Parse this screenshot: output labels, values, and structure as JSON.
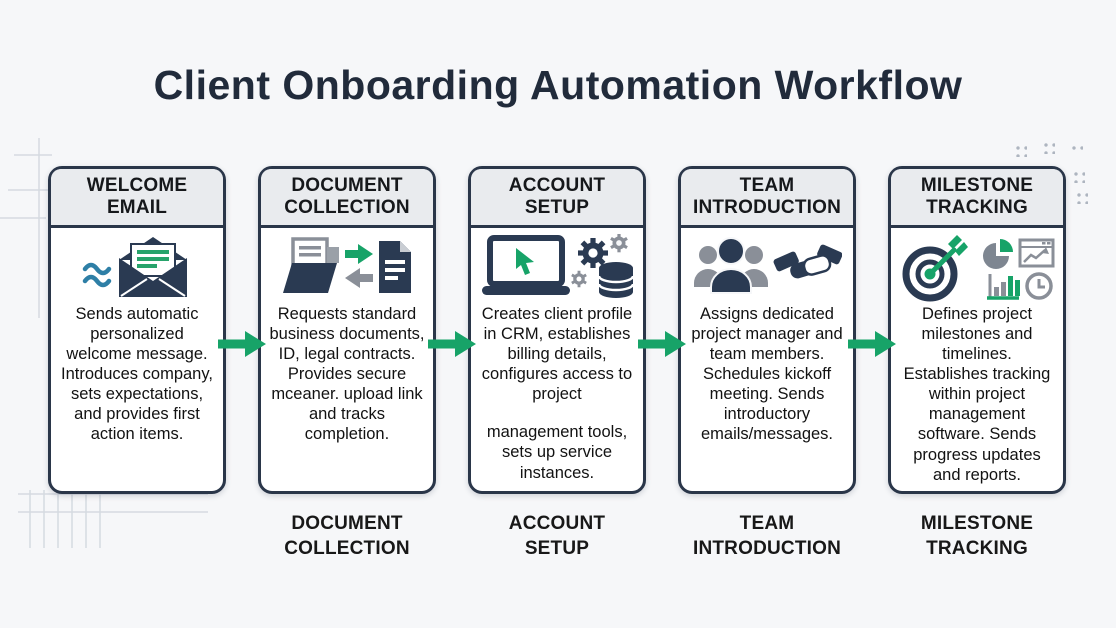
{
  "title": "Client Onboarding Automation Workflow",
  "colors": {
    "background": "#F6F7F9",
    "card_border": "#2A3649",
    "card_header_bg": "#E9EBEE",
    "card_body_bg": "#FFFFFF",
    "title_text": "#212B3B",
    "body_text": "#121212",
    "accent_green": "#17A368",
    "accent_teal": "#2E7FA6",
    "icon_navy": "#2A3A52",
    "icon_gray": "#8A8F98"
  },
  "arrow": {
    "icon": "flow-arrow-right-icon",
    "count": 4
  },
  "steps": [
    {
      "label": "WELCOME EMAIL",
      "icon": "welcome-email-icon",
      "paragraphs": [
        "Sends automatic personalized welcome message. Introduces company, sets expectations, and provides first action items."
      ],
      "footer_label": ""
    },
    {
      "label": "DOCUMENT COLLECTION",
      "icon": "document-collection-icon",
      "paragraphs": [
        "Requests standard business documents, ID, legal contracts. Provides secure mceaner. upload link and tracks completion."
      ],
      "footer_label": "DOCUMENT COLLECTION"
    },
    {
      "label": "ACCOUNT SETUP",
      "icon": "account-setup-icon",
      "paragraphs": [
        "Creates client profile in CRM, establishes billing details, configures access to project",
        "management tools, sets up service instances."
      ],
      "footer_label": "ACCOUNT SETUP"
    },
    {
      "label": "TEAM INTRODUCTION",
      "icon": "team-introduction-icon",
      "paragraphs": [
        "Assigns dedicated project manager and team members. Schedules kickoff meeting. Sends introductory emails/messages."
      ],
      "footer_label": "TEAM INTRODUCTION"
    },
    {
      "label": "MILESTONE TRACKING",
      "icon": "milestone-tracking-icon",
      "paragraphs": [
        "Defines project milestones and timelines. Establishes tracking within project management software. Sends progress updates and reports."
      ],
      "footer_label": "MILESTONE TRACKING"
    }
  ]
}
